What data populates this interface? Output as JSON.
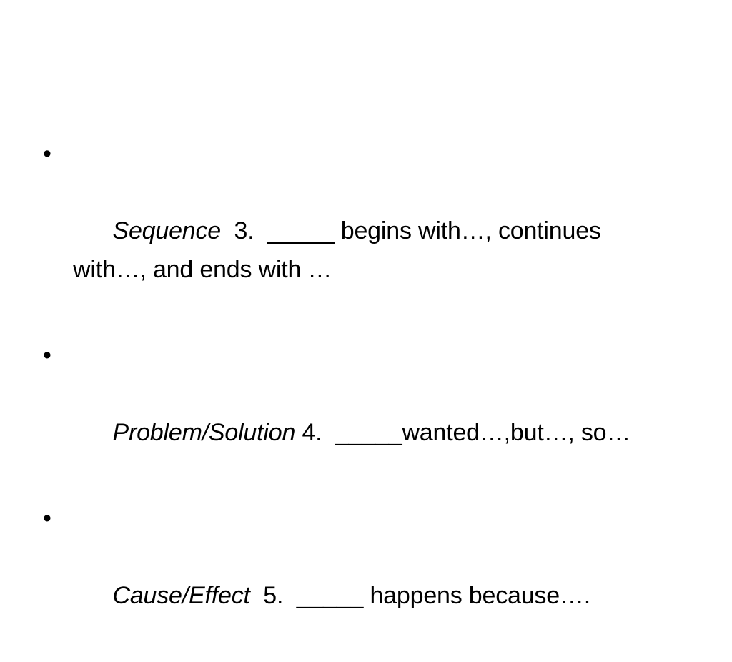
{
  "slide": {
    "bullet_glyph": "•",
    "items": [
      {
        "term": "Sequence",
        "text": "  3.  _____ begins with…, continues with…, and ends with …"
      },
      {
        "term": "Problem/Solution",
        "text": " 4.  _____wanted…,but…, so…"
      },
      {
        "term": "Cause/Effect",
        "text": "  5.  _____ happens because…."
      }
    ]
  }
}
